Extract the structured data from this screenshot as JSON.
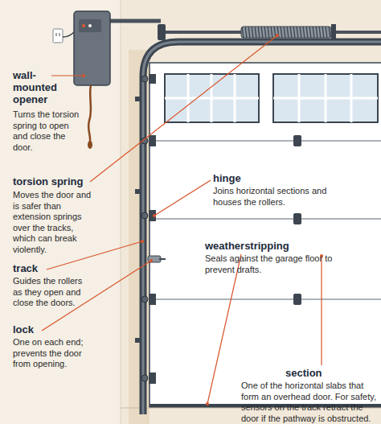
{
  "diagram": {
    "labels": [
      "wall-mounted opener",
      "Turns the torsion spring to open and close the door.",
      "torsion spring",
      "Moves the door and is safer than extension springs over the tracks, which can break violently.",
      "track",
      "Guides the rollers as they open and close the doors.",
      "lock",
      "One on each end; prevents the door from opening.",
      "hinge",
      "Joins horizontal sections and houses the rollers.",
      "weatherstripping",
      "Seals against the garage floor to prevent drafts.",
      "section",
      "One of the horizontal slabs that form an overhead door. For safety, sensors on the track retract the door if the pathway is obstructed."
    ]
  }
}
